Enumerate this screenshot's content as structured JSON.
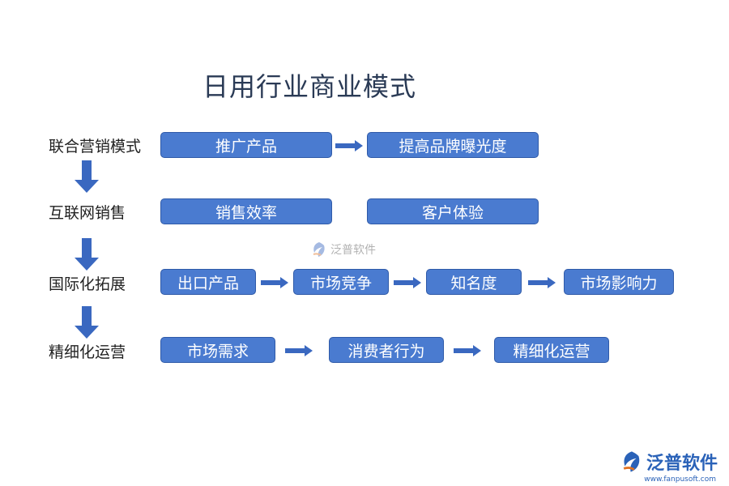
{
  "title": "日用行业商业模式",
  "rows": [
    {
      "label": "联合营销模式",
      "boxes": [
        "推广产品",
        "提高品牌曝光度"
      ]
    },
    {
      "label": "互联网销售",
      "boxes": [
        "销售效率",
        "客户体验"
      ]
    },
    {
      "label": "国际化拓展",
      "boxes": [
        "出口产品",
        "市场竞争",
        "知名度",
        "市场影响力"
      ]
    },
    {
      "label": "精细化运营",
      "boxes": [
        "市场需求",
        "消费者行为",
        "精细化运营"
      ]
    }
  ],
  "watermark": {
    "text": "泛普软件"
  },
  "logo": {
    "text": "泛普软件",
    "url": "www.fanpusoft.com"
  },
  "colors": {
    "box_fill": "#4a7bd0",
    "arrow": "#3a68c0"
  }
}
